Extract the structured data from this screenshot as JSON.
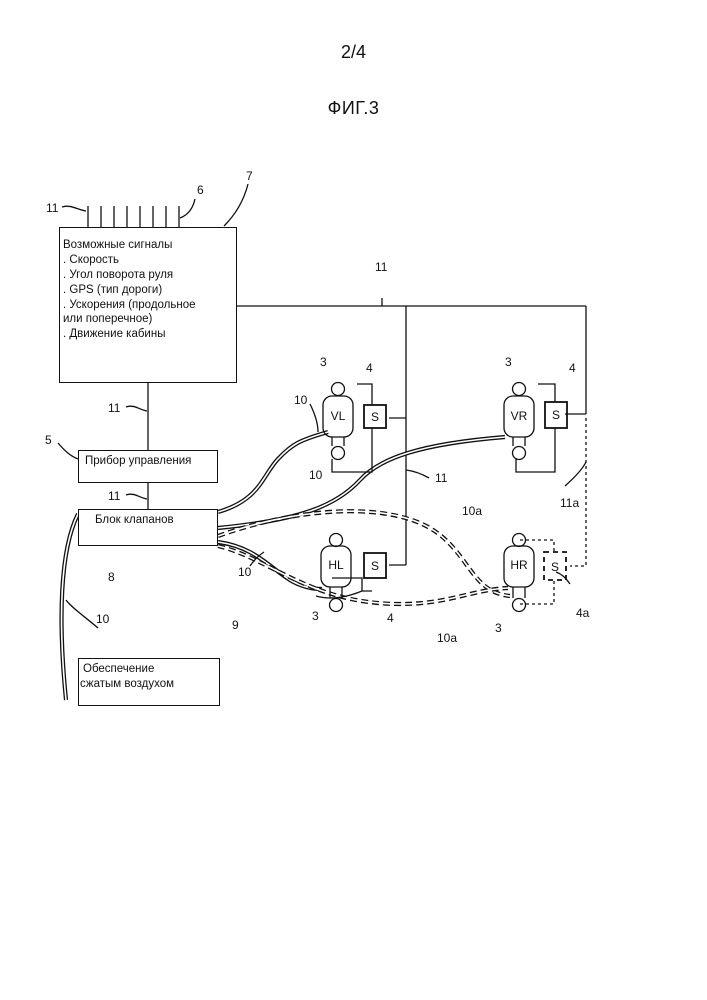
{
  "header": {
    "page_number": "2/4",
    "figure_title": "ФИГ.3"
  },
  "signals_box": {
    "title": "Возможные сигналы",
    "items": [
      ". Скорость",
      ". Угол поворота руля",
      ". GPS (тип дороги)",
      ". Ускорения (продольное",
      "или поперечное)",
      ". Движение кабины"
    ]
  },
  "control_box": {
    "label": "Прибор управления"
  },
  "valve_box": {
    "label": "Блок клапанов"
  },
  "air_box": {
    "line1": "Обеспечение",
    "line2": "сжатым воздухом"
  },
  "units": {
    "vl": "VL",
    "vr": "VR",
    "hl": "HL",
    "hr": "HR"
  },
  "sensors": {
    "s_vl": "S",
    "s_vr": "S",
    "s_hl": "S",
    "s_hr": "S"
  },
  "labels": {
    "r11_top": "11",
    "r6": "6",
    "r7": "7",
    "r11_bus": "11",
    "r11_mid": "11",
    "r5": "5",
    "r11_low": "11",
    "r8": "8",
    "r10_left": "10",
    "r9": "9",
    "r3_vl": "3",
    "r4_vl": "4",
    "r10_vl": "10",
    "r3_vr": "3",
    "r4_vr": "4",
    "r11_right": "11",
    "r10_mid": "10",
    "r10a_top": "10a",
    "r11a": "11a",
    "r10_low": "10",
    "r3_hl": "3",
    "r4_hl": "4",
    "r10a_bot": "10a",
    "r3_hr": "3",
    "r4a": "4a"
  }
}
